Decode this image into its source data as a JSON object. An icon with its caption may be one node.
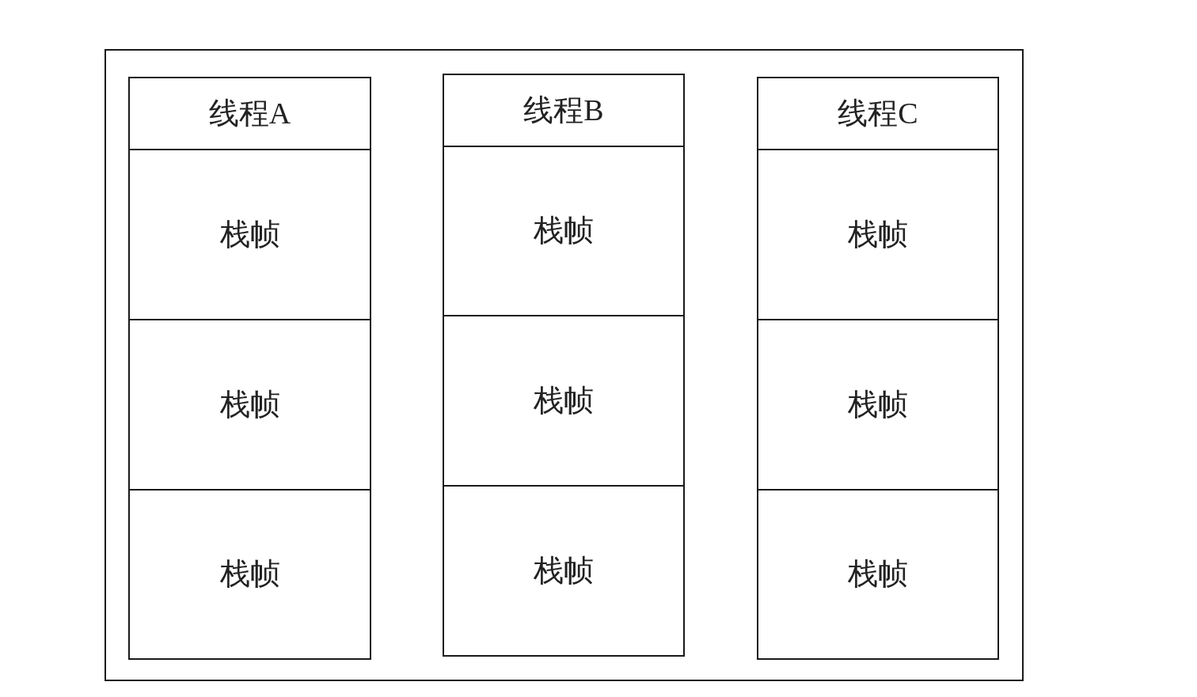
{
  "diagram": {
    "nodes": [
      {
        "text": [],
        "shape": "box"
      },
      {
        "text": [
          "线程A"
        ],
        "in": 0
      },
      {
        "text": [
          "栈帧"
        ],
        "in": 0
      },
      {
        "text": [
          "栈帧"
        ],
        "in": 0
      },
      {
        "text": [
          "栈帧"
        ],
        "in": 0
      },
      {
        "text": [
          "线程B"
        ],
        "in": 0
      },
      {
        "text": [
          "栈帧"
        ],
        "in": 0
      },
      {
        "text": [
          "栈帧"
        ],
        "in": 0
      },
      {
        "text": [
          "栈帧"
        ],
        "in": 0
      },
      {
        "text": [
          "线程C"
        ],
        "in": 0
      },
      {
        "text": [
          "栈帧"
        ],
        "in": 0
      },
      {
        "text": [
          "栈帧"
        ],
        "in": 0
      },
      {
        "text": [
          "栈帧"
        ],
        "in": 0
      }
    ]
  }
}
